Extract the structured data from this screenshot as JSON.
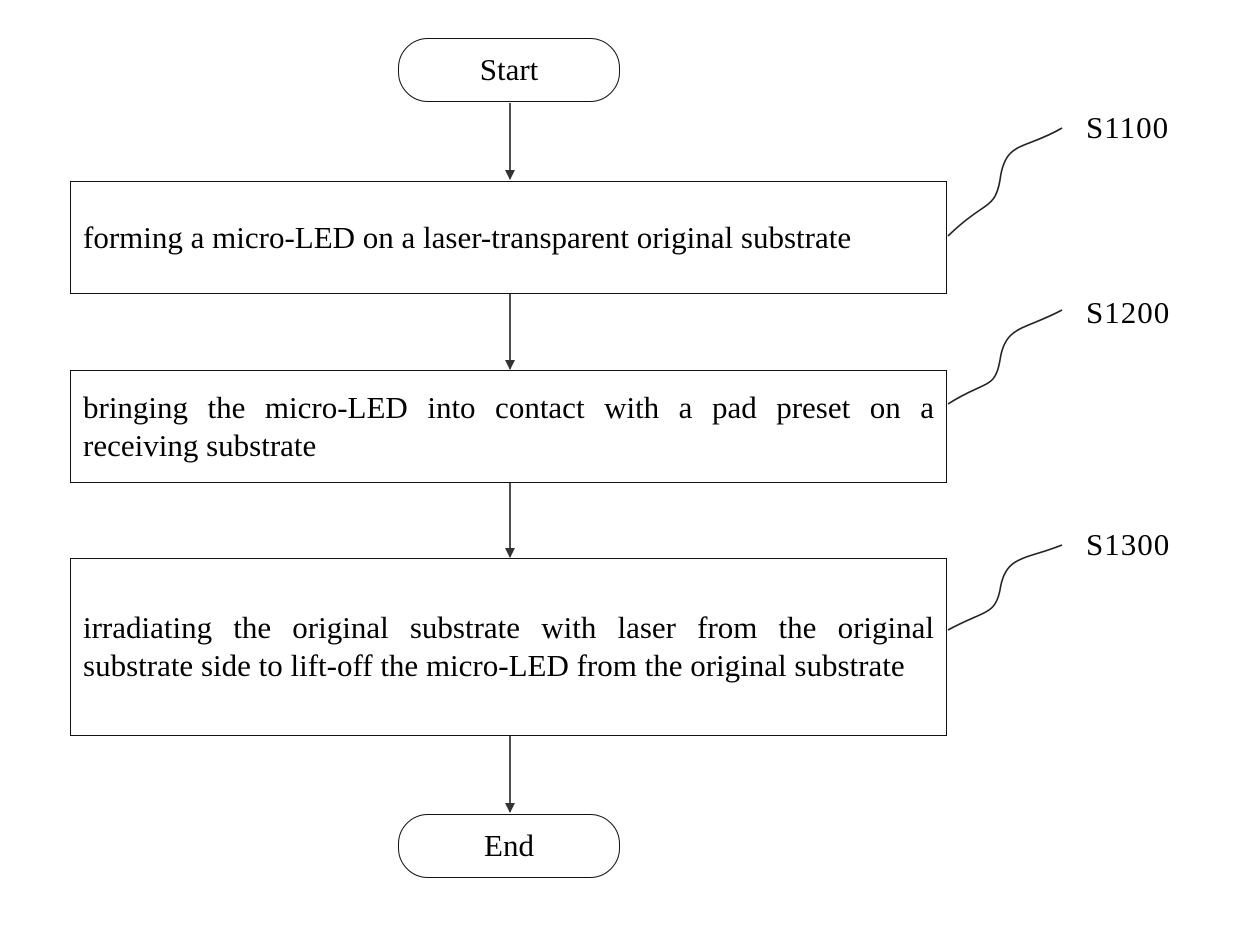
{
  "flowchart": {
    "start_label": "Start",
    "end_label": "End",
    "steps": [
      {
        "ref": "S1100",
        "text": "forming a micro-LED on a laser-transparent original substrate"
      },
      {
        "ref": "S1200",
        "text": "bringing the micro-LED into contact with a pad preset on a receiving substrate"
      },
      {
        "ref": "S1300",
        "text": "irradiating the original substrate with laser from the original substrate side to lift-off the micro-LED from the original substrate"
      }
    ]
  }
}
